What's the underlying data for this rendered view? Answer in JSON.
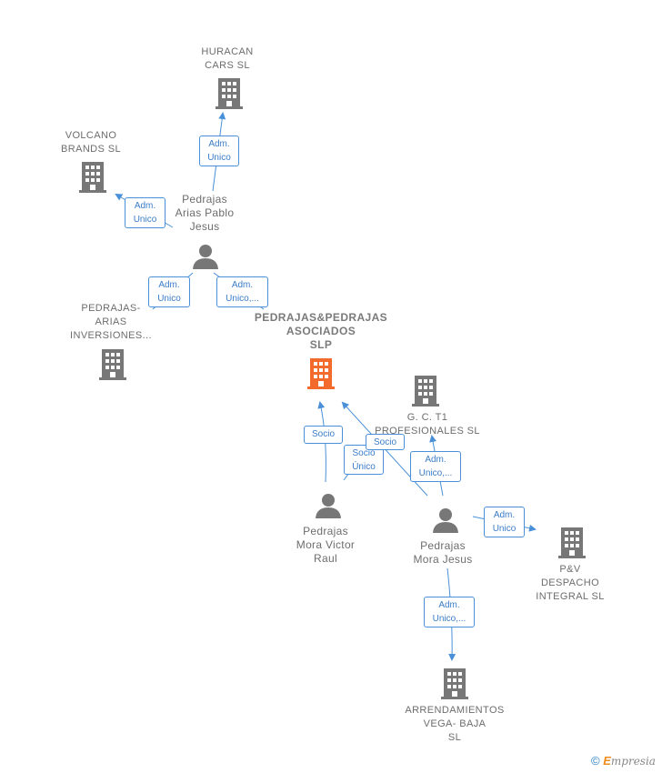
{
  "colors": {
    "building": "#777777",
    "building_main": "#f26b2c",
    "person": "#777777",
    "edge": "#4a90d9"
  },
  "nodes": {
    "huracan": {
      "label": "HURACAN\nCARS  SL",
      "icon": "building-icon"
    },
    "volcano": {
      "label": "VOLCANO\nBRANDS  SL",
      "icon": "building-icon"
    },
    "pablo": {
      "label": "Pedrajas\nArias Pablo\nJesus",
      "icon": "person-icon"
    },
    "pedrajas_arias": {
      "label": "PEDRAJAS-\nARIAS\nINVERSIONES...",
      "icon": "building-icon"
    },
    "main": {
      "label": "PEDRAJAS&PEDRAJAS\nASOCIADOS\nSLP",
      "icon": "building-icon"
    },
    "gct1": {
      "label": "G.  C. T1\nPROFESIONALES SL",
      "icon": "building-icon"
    },
    "victor": {
      "label": "Pedrajas\nMora Victor\nRaul",
      "icon": "person-icon"
    },
    "jesus": {
      "label": "Pedrajas\nMora Jesus",
      "icon": "person-icon"
    },
    "pv": {
      "label": "P&V\nDESPACHO\nINTEGRAL  SL",
      "icon": "building-icon"
    },
    "arrend": {
      "label": "ARRENDAMIENTOS\nVEGA- BAJA\nSL",
      "icon": "building-icon"
    }
  },
  "edges": {
    "pablo_huracan": "Adm.\nUnico",
    "pablo_volcano": "Adm.\nUnico",
    "pablo_pedrajas_arias": "Adm.\nUnico",
    "pablo_main": "Adm.\nUnico,...",
    "victor_main_socio": "Socio",
    "victor_main_socio_unico": "Socio\nÚnico",
    "jesus_main_socio": "Socio",
    "jesus_gct1": "Adm.\nUnico,...",
    "jesus_pv": "Adm.\nUnico",
    "jesus_arrend": "Adm.\nUnico,..."
  },
  "footer": {
    "copyright": "©",
    "brand_initial": "E",
    "brand_rest": "mpresia"
  }
}
